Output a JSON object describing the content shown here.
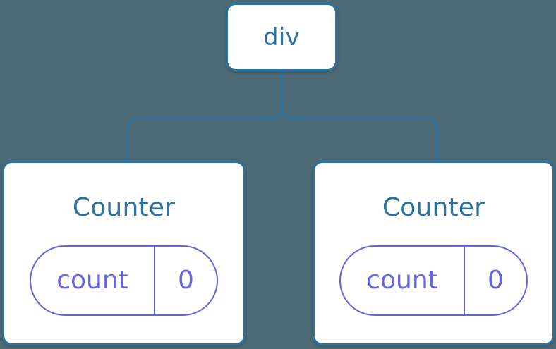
{
  "diagram": {
    "type": "component-tree",
    "background_color": "#4c6a76",
    "node_border_color": "#2b72a0",
    "node_text_color": "#2b72a0",
    "state_accent_color": "#6366d8",
    "connector_color": "#2b72a0",
    "root": {
      "label": "div"
    },
    "children": [
      {
        "title": "Counter",
        "state": {
          "key": "count",
          "value": "0"
        }
      },
      {
        "title": "Counter",
        "state": {
          "key": "count",
          "value": "0"
        }
      }
    ]
  }
}
